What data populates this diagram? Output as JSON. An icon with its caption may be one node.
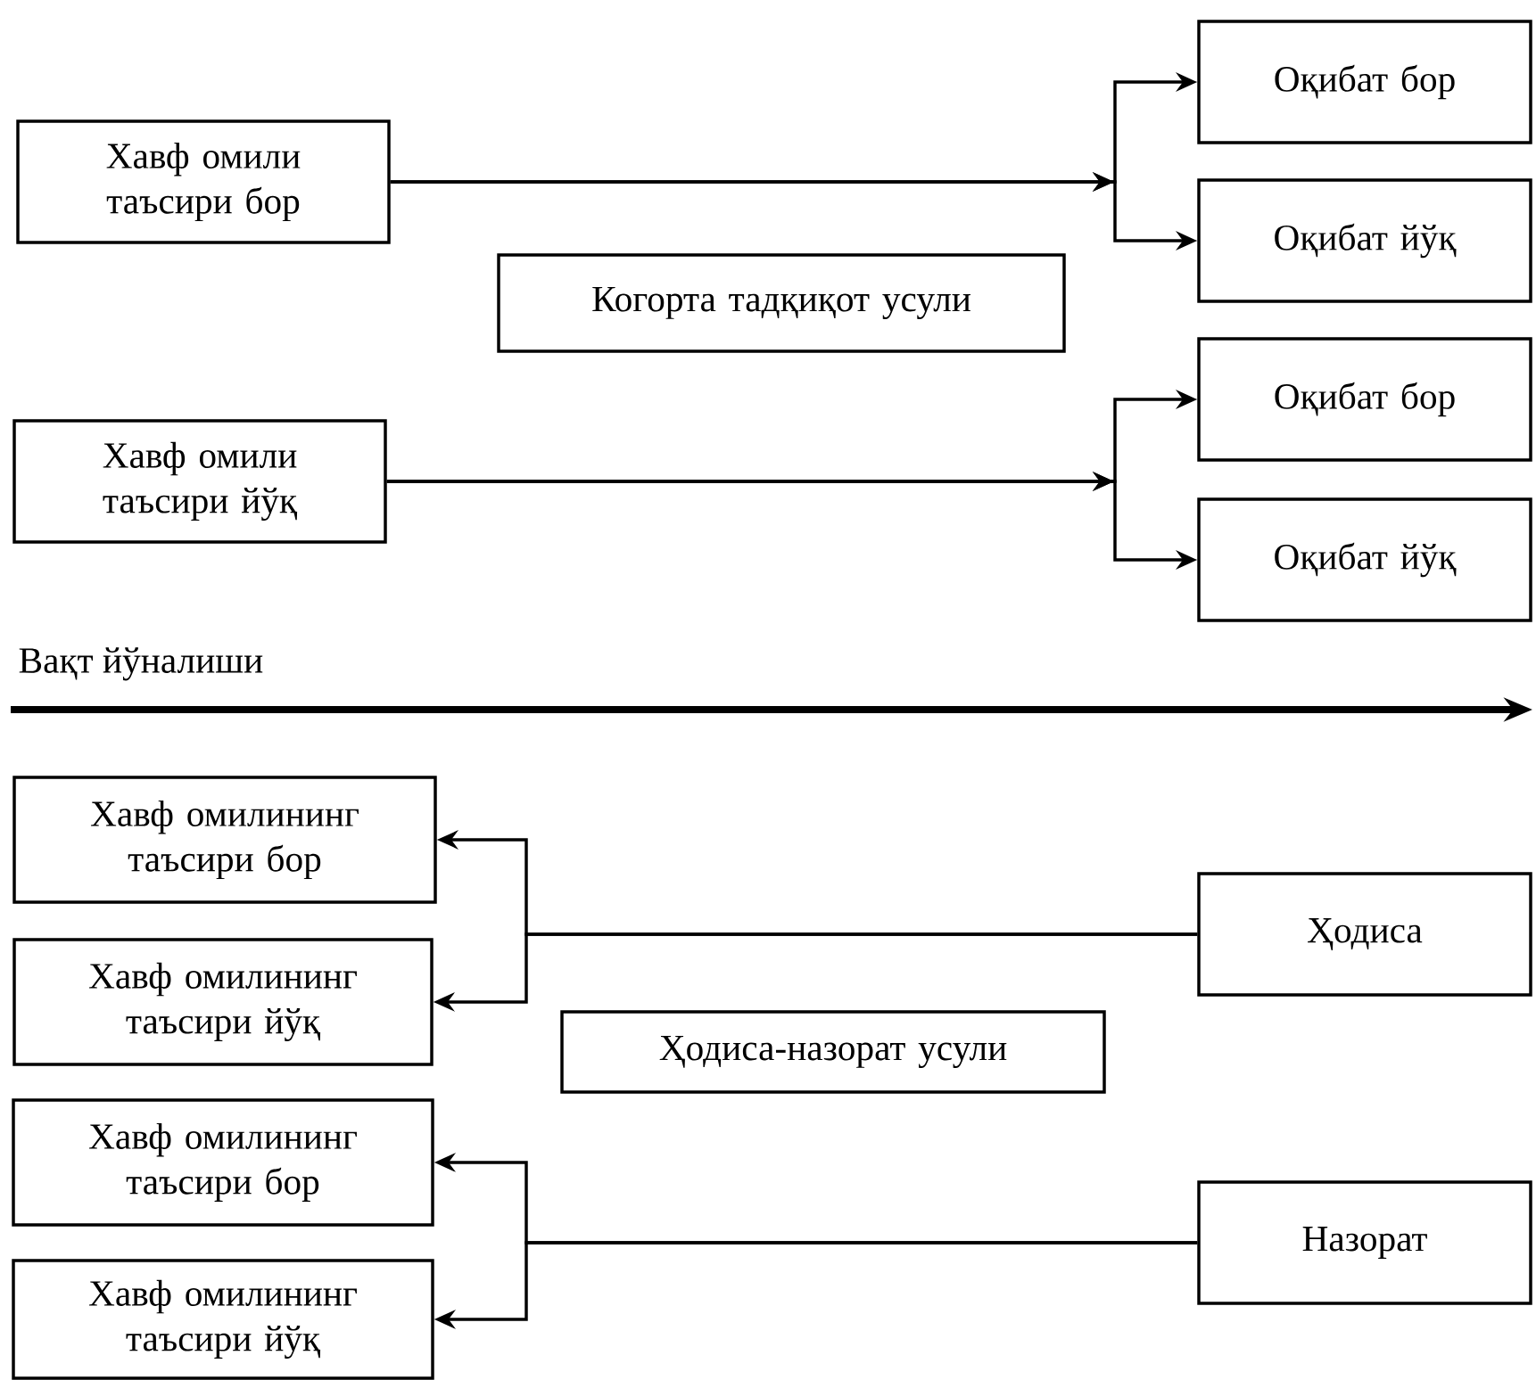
{
  "diagram": {
    "nodes": [
      {
        "text": [
          "Хавф омили таъсири бор"
        ]
      },
      {
        "text": [
          "Оқибат бор"
        ]
      },
      {
        "text": [
          "Оқибат йўқ"
        ]
      },
      {
        "text": [
          "Когорта тадқиқот усули"
        ]
      },
      {
        "text": [
          "Хавф омили таъсири йўқ"
        ]
      },
      {
        "text": [
          "Оқибат бор"
        ]
      },
      {
        "text": [
          "Оқибат йўқ"
        ]
      },
      {
        "text": [
          "Ҳодиса"
        ]
      },
      {
        "text": [
          "Хавф омилининг таъсири бор"
        ]
      },
      {
        "text": [
          "Хавф омилининг таъсири йўқ"
        ]
      },
      {
        "text": [
          "Ҳодиса-назорат усули"
        ]
      },
      {
        "text": [
          "Назорат"
        ]
      },
      {
        "text": [
          "Хавф омилининг таъсири бор"
        ]
      },
      {
        "text": [
          "Хавф омилининг таъсири йўқ"
        ]
      }
    ],
    "edges": [
      {
        "from": 0,
        "to": 1,
        "arrow": "to"
      },
      {
        "from": 0,
        "to": 2,
        "arrow": "to"
      },
      {
        "from": 4,
        "to": 5,
        "arrow": "to"
      },
      {
        "from": 4,
        "to": 6,
        "arrow": "to"
      },
      {
        "from": 7,
        "to": 8,
        "arrow": "to"
      },
      {
        "from": 7,
        "to": 9,
        "arrow": "to"
      },
      {
        "from": 11,
        "to": 12,
        "arrow": "to"
      },
      {
        "from": 11,
        "to": 13,
        "arrow": "to"
      }
    ],
    "labels": [
      "Вақт йўналиши"
    ]
  }
}
